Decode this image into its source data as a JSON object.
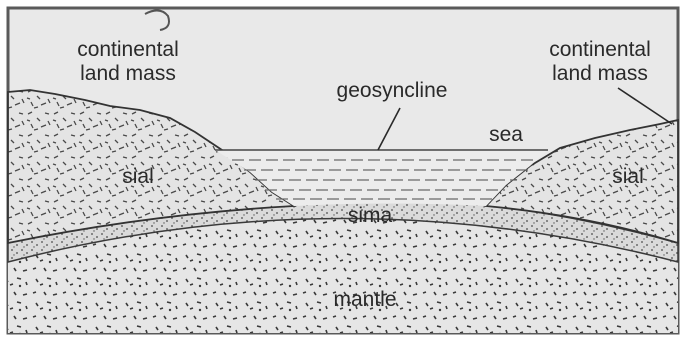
{
  "diagram": {
    "labels": {
      "continental_left": [
        "continental",
        "land mass"
      ],
      "continental_right": [
        "continental",
        "land mass"
      ],
      "geosyncline": "geosyncline",
      "sea": "sea",
      "sial_left": "sial",
      "sial_right": "sial",
      "sima": "sima",
      "mantle": "mantle"
    },
    "colors": {
      "background": "#e9e9e9",
      "frame": "#5a5a5a",
      "ink": "#2a2a2a",
      "sea_lines": "#6a6a6a"
    }
  }
}
